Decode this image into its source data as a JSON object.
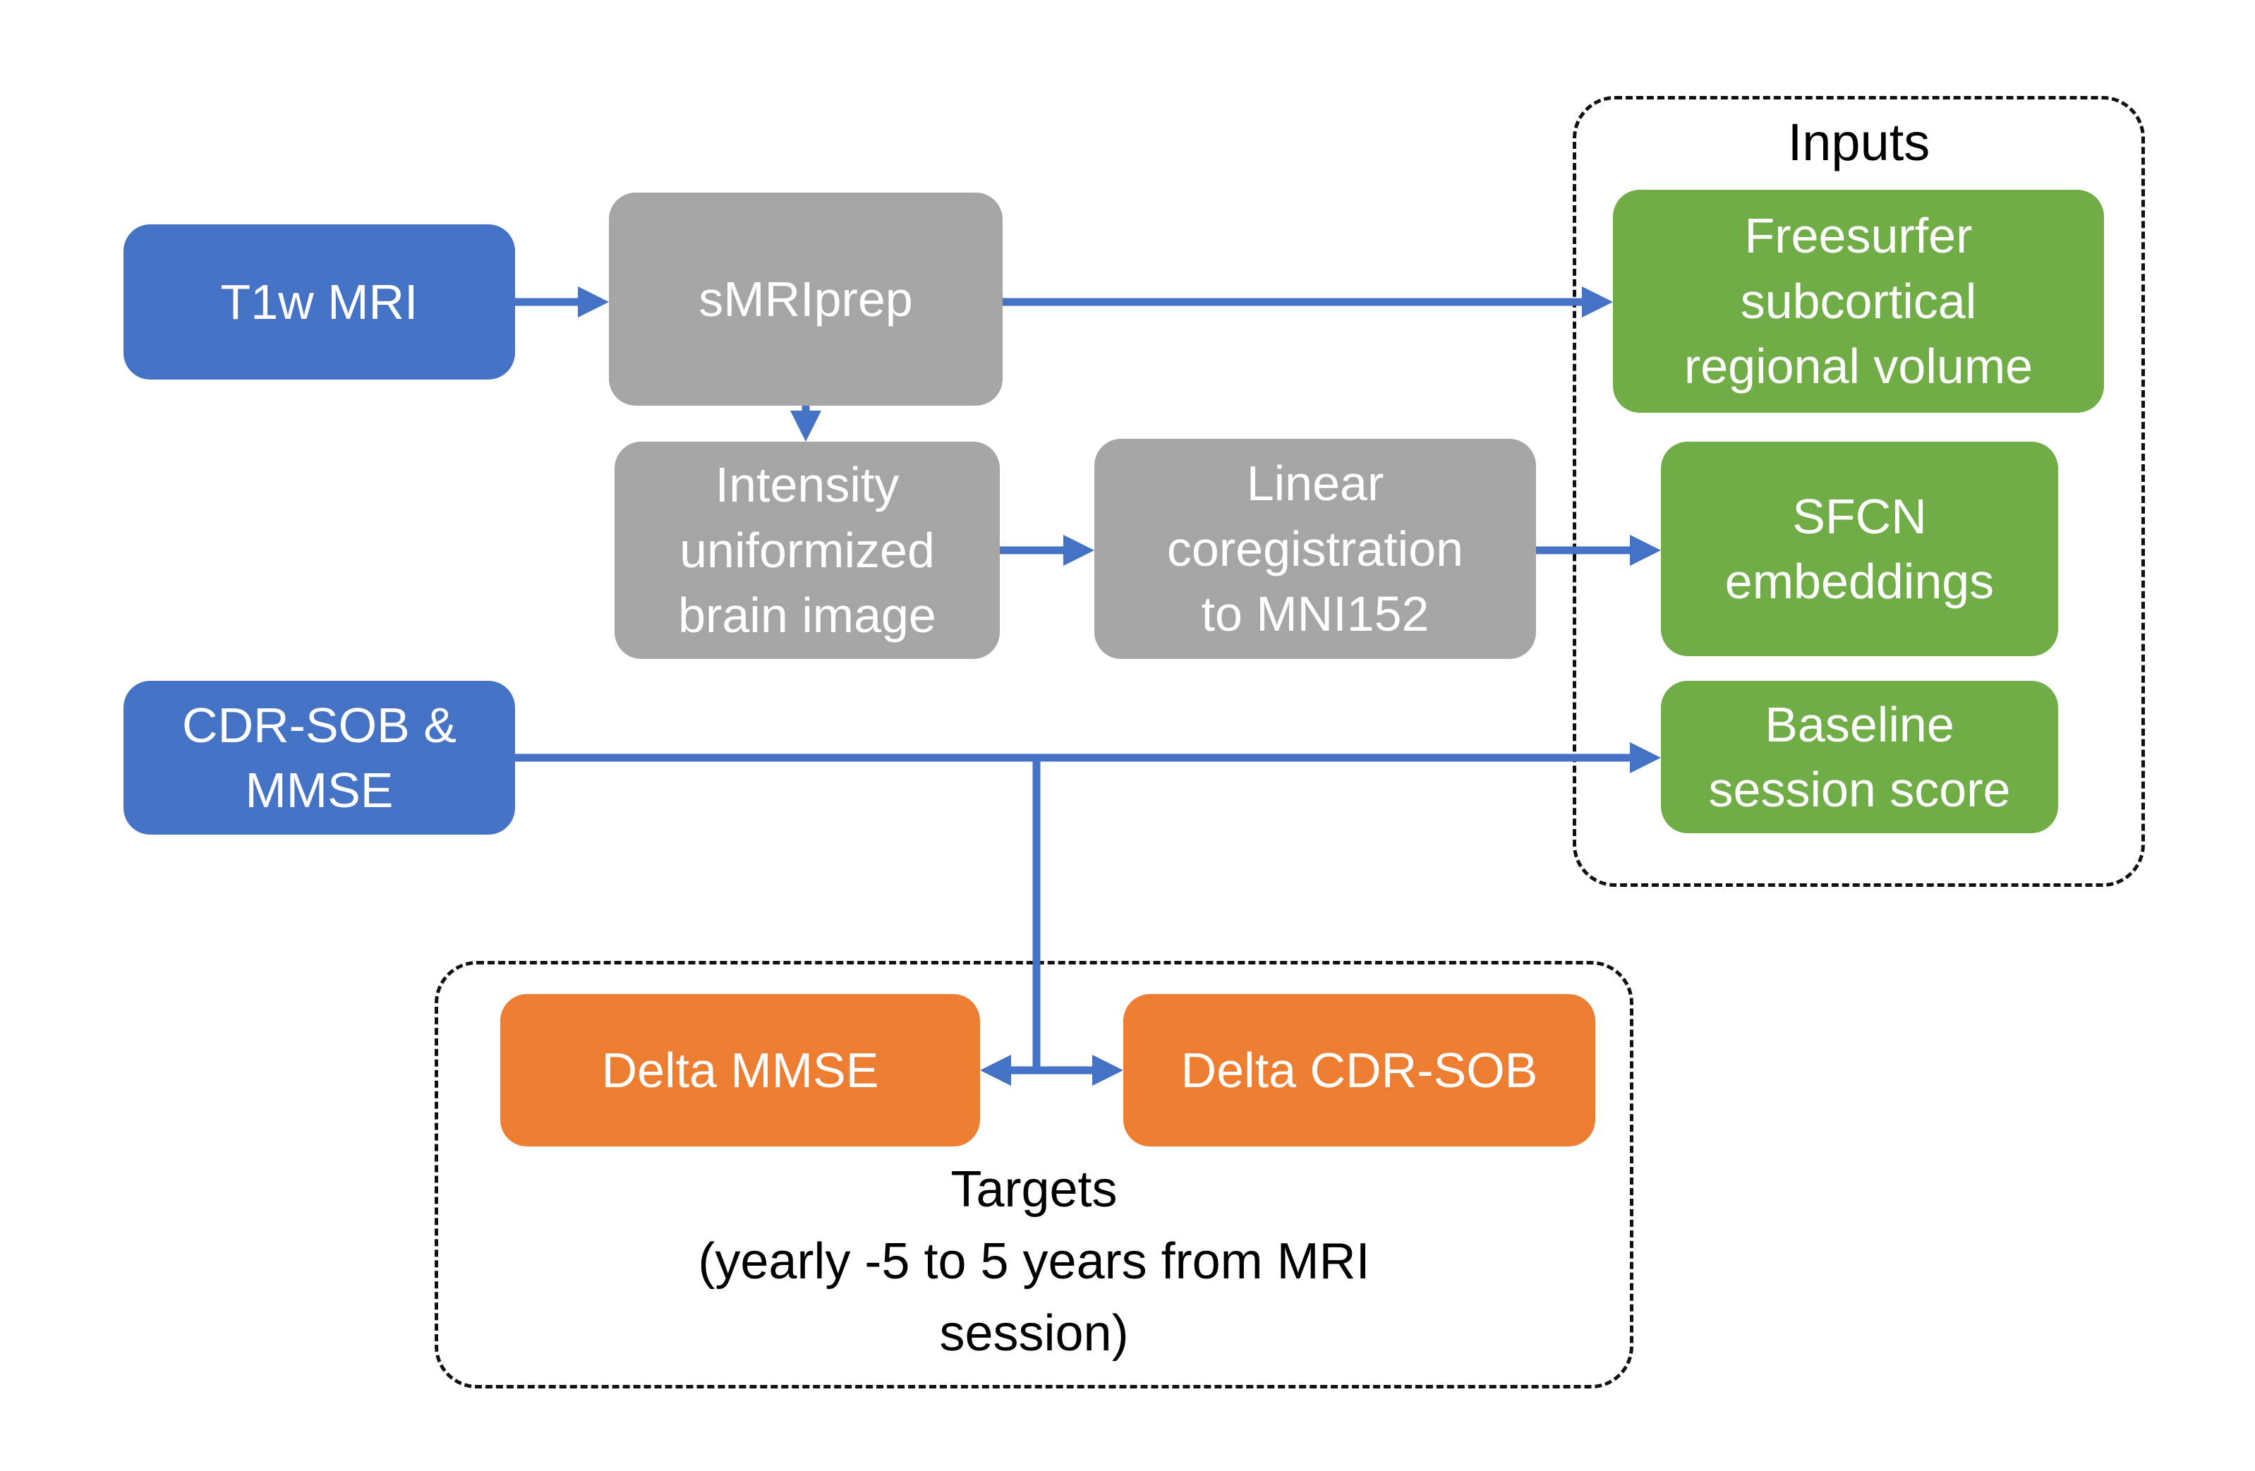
{
  "diagram": {
    "nodes": {
      "t1w_mri": {
        "label": "T1w MRI",
        "color": "blue"
      },
      "smriprep": {
        "label": "sMRIprep",
        "color": "gray"
      },
      "intensity_uniformized": {
        "label": "Intensity\nuniformized\nbrain image",
        "color": "gray"
      },
      "linear_coregistration": {
        "label": "Linear\ncoregistration\nto MNI152",
        "color": "gray"
      },
      "freesurfer_volume": {
        "label": "Freesurfer\nsubcortical\nregional volume",
        "color": "green"
      },
      "sfcn_embeddings": {
        "label": "SFCN\nembeddings",
        "color": "green"
      },
      "cdr_sob_mmse": {
        "label": "CDR-SOB &\nMMSE",
        "color": "blue"
      },
      "baseline_score": {
        "label": "Baseline\nsession score",
        "color": "green"
      },
      "delta_mmse": {
        "label": "Delta MMSE",
        "color": "orange"
      },
      "delta_cdr_sob": {
        "label": "Delta CDR-SOB",
        "color": "orange"
      }
    },
    "groups": {
      "inputs": {
        "label": "Inputs"
      },
      "targets": {
        "label": "Targets",
        "sublabel": "(yearly -5 to 5 years from MRI\nsession)"
      }
    },
    "edges": [
      {
        "from": "t1w_mri",
        "to": "smriprep"
      },
      {
        "from": "smriprep",
        "to": "freesurfer_volume"
      },
      {
        "from": "smriprep",
        "to": "intensity_uniformized"
      },
      {
        "from": "intensity_uniformized",
        "to": "linear_coregistration"
      },
      {
        "from": "linear_coregistration",
        "to": "sfcn_embeddings"
      },
      {
        "from": "cdr_sob_mmse",
        "to": "baseline_score"
      },
      {
        "from": "cdr_sob_mmse",
        "to": "delta_mmse"
      },
      {
        "from": "cdr_sob_mmse",
        "to": "delta_cdr_sob"
      }
    ],
    "colors": {
      "blue_node": "#4472C4",
      "gray_node": "#A5A5A5",
      "green_node": "#70AD47",
      "orange_node": "#ED7D31",
      "arrow": "#4472C4",
      "border": "#111111"
    }
  }
}
